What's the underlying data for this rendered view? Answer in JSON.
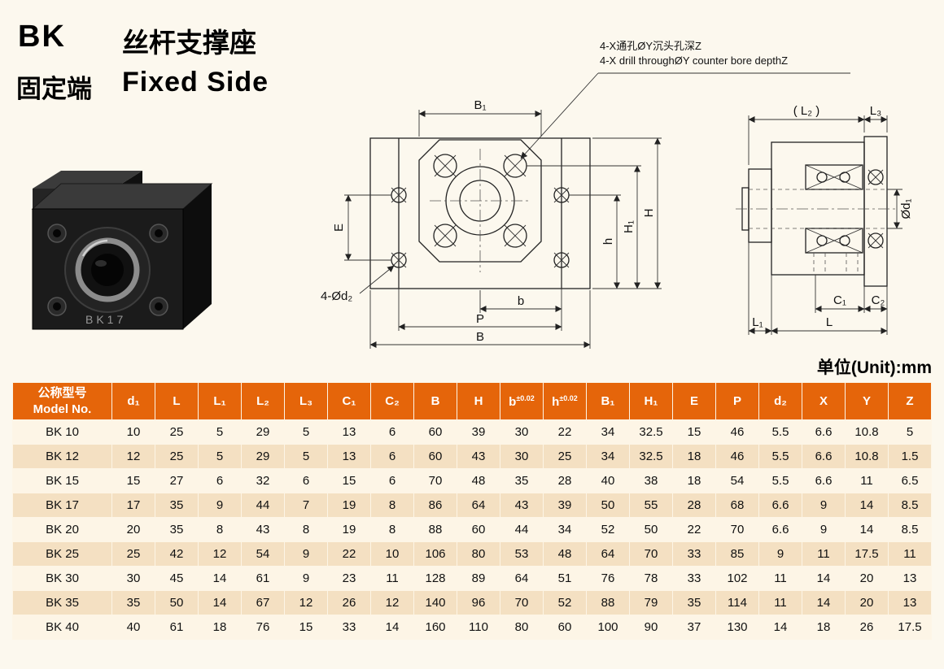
{
  "page": {
    "bg": "#fcf8ee",
    "accent": "#e5650a",
    "title_code": "BK",
    "title_zh_top": "丝杆支撑座",
    "title_zh_bottom": "固定端",
    "title_en": "Fixed Side",
    "unit_label": "单位(Unit):mm"
  },
  "callout": {
    "line1": "4-X通孔ØY沉头孔深Z",
    "line2": "4-X drill throughØY counter bore depthZ"
  },
  "photo": {
    "label": "BK17"
  },
  "front_view": {
    "labels": {
      "B1": "B₁",
      "E": "E",
      "H": "H",
      "H1": "H₁",
      "h": "h",
      "b": "b",
      "P": "P",
      "B": "B",
      "d2": "4-Ød₂"
    }
  },
  "side_view": {
    "labels": {
      "L2": "( L₂ )",
      "L3": "L₃",
      "d1": "Ød₁",
      "C1": "C₁",
      "C2": "C₂",
      "L1": "L₁",
      "L": "L"
    }
  },
  "table": {
    "columns": [
      {
        "line1": "公称型号",
        "line2": "Model No."
      },
      "d₁",
      "L",
      "L₁",
      "L₂",
      "L₃",
      "C₁",
      "C₂",
      "B",
      "H",
      {
        "base": "b",
        "sup": "±0.02"
      },
      {
        "base": "h",
        "sup": "±0.02"
      },
      "B₁",
      "H₁",
      "E",
      "P",
      "d₂",
      "X",
      "Y",
      "Z"
    ],
    "rows": [
      {
        "model": "BK 10",
        "values": [
          "10",
          "25",
          "5",
          "29",
          "5",
          "13",
          "6",
          "60",
          "39",
          "30",
          "22",
          "34",
          "32.5",
          "15",
          "46",
          "5.5",
          "6.6",
          "10.8",
          "5"
        ]
      },
      {
        "model": "BK 12",
        "values": [
          "12",
          "25",
          "5",
          "29",
          "5",
          "13",
          "6",
          "60",
          "43",
          "30",
          "25",
          "34",
          "32.5",
          "18",
          "46",
          "5.5",
          "6.6",
          "10.8",
          "1.5"
        ]
      },
      {
        "model": "BK 15",
        "values": [
          "15",
          "27",
          "6",
          "32",
          "6",
          "15",
          "6",
          "70",
          "48",
          "35",
          "28",
          "40",
          "38",
          "18",
          "54",
          "5.5",
          "6.6",
          "11",
          "6.5"
        ]
      },
      {
        "model": "BK 17",
        "values": [
          "17",
          "35",
          "9",
          "44",
          "7",
          "19",
          "8",
          "86",
          "64",
          "43",
          "39",
          "50",
          "55",
          "28",
          "68",
          "6.6",
          "9",
          "14",
          "8.5"
        ]
      },
      {
        "model": "BK 20",
        "values": [
          "20",
          "35",
          "8",
          "43",
          "8",
          "19",
          "8",
          "88",
          "60",
          "44",
          "34",
          "52",
          "50",
          "22",
          "70",
          "6.6",
          "9",
          "14",
          "8.5"
        ]
      },
      {
        "model": "BK 25",
        "values": [
          "25",
          "42",
          "12",
          "54",
          "9",
          "22",
          "10",
          "106",
          "80",
          "53",
          "48",
          "64",
          "70",
          "33",
          "85",
          "9",
          "11",
          "17.5",
          "11"
        ]
      },
      {
        "model": "BK 30",
        "values": [
          "30",
          "45",
          "14",
          "61",
          "9",
          "23",
          "11",
          "128",
          "89",
          "64",
          "51",
          "76",
          "78",
          "33",
          "102",
          "11",
          "14",
          "20",
          "13"
        ]
      },
      {
        "model": "BK 35",
        "values": [
          "35",
          "50",
          "14",
          "67",
          "12",
          "26",
          "12",
          "140",
          "96",
          "70",
          "52",
          "88",
          "79",
          "35",
          "114",
          "11",
          "14",
          "20",
          "13"
        ]
      },
      {
        "model": "BK 40",
        "values": [
          "40",
          "61",
          "18",
          "76",
          "15",
          "33",
          "14",
          "160",
          "110",
          "80",
          "60",
          "100",
          "90",
          "37",
          "130",
          "14",
          "18",
          "26",
          "17.5"
        ]
      }
    ]
  }
}
